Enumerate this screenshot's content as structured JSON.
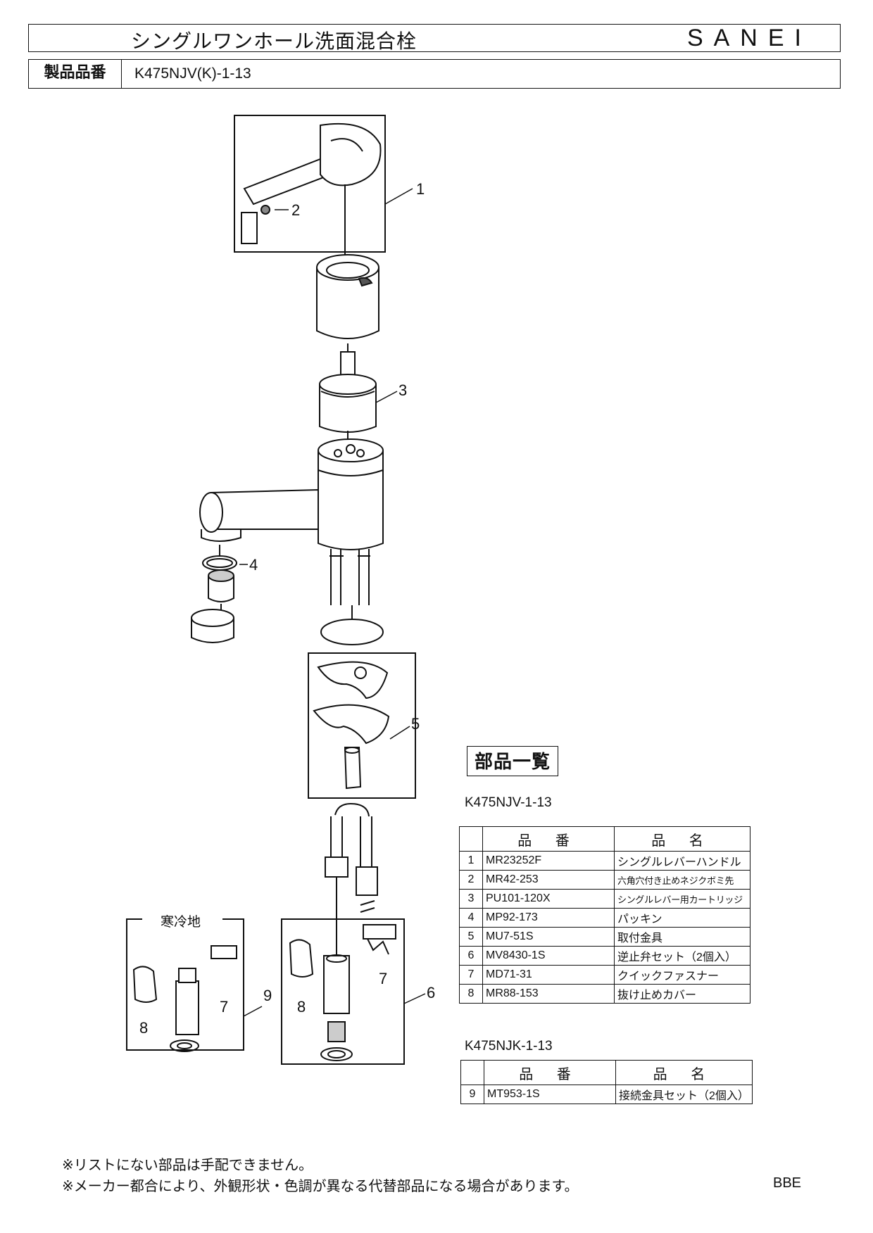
{
  "header": {
    "title": "シングルワンホール洗面混合栓",
    "brand": "SANEI"
  },
  "model": {
    "label": "製品品番",
    "value": "K475NJV(K)-1-13"
  },
  "diagram": {
    "callouts": [
      "1",
      "2",
      "3",
      "4",
      "5",
      "6",
      "7",
      "8",
      "9"
    ],
    "cold_region_label": "寒冷地"
  },
  "parts_list": {
    "title": "部品一覧",
    "tables": [
      {
        "series": "K475NJV-1-13",
        "headers": {
          "code": "品 番",
          "name": "品 名"
        },
        "rows": [
          {
            "no": "1",
            "code": "MR23252F",
            "name": "シングルレバーハンドル"
          },
          {
            "no": "2",
            "code": "MR42-253",
            "name": "六角穴付き止めネジクボミ先"
          },
          {
            "no": "3",
            "code": "PU101-120X",
            "name": "シングルレバー用カートリッジ"
          },
          {
            "no": "4",
            "code": "MP92-173",
            "name": "パッキン"
          },
          {
            "no": "5",
            "code": "MU7-51S",
            "name": "取付金具"
          },
          {
            "no": "6",
            "code": "MV8430-1S",
            "name": "逆止弁セット（2個入）"
          },
          {
            "no": "7",
            "code": "MD71-31",
            "name": "クイックファスナー"
          },
          {
            "no": "8",
            "code": "MR88-153",
            "name": "抜け止めカバー"
          }
        ]
      },
      {
        "series": "K475NJK-1-13",
        "headers": {
          "code": "品 番",
          "name": "品 名"
        },
        "rows": [
          {
            "no": "9",
            "code": "MT953-1S",
            "name": "接続金具セット（2個入）"
          }
        ]
      }
    ]
  },
  "notes": [
    "※リストにない部品は手配できません。",
    "※メーカー都合により、外観形状・色調が異なる代替部品になる場合があります。"
  ],
  "footer_code": "BBE"
}
